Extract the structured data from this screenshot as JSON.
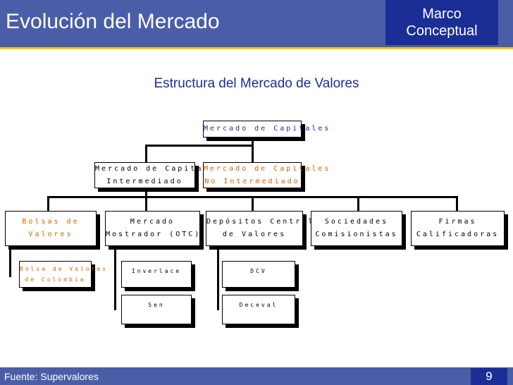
{
  "header": {
    "title": "Evolución del Mercado",
    "badge_line1": "Marco",
    "badge_line2": "Conceptual"
  },
  "subtitle": "Estructura del Mercado de Valores",
  "diagram": {
    "root": "Mercado de Capitales",
    "intermediado": [
      "Mercado de Capitales",
      "Intermediado"
    ],
    "no_intermediado": [
      "Mercado de Capitales",
      "No Intermediado"
    ],
    "bolsas": [
      "Bolsas de",
      "Valores"
    ],
    "mostrador": [
      "Mercado",
      "Mostrador (OTC)"
    ],
    "depositos": [
      "Depósitos Centrales",
      "de Valores"
    ],
    "sociedades": [
      "Sociedades",
      "Comisionistas"
    ],
    "firmas": [
      "Firmas",
      "Calificadoras"
    ],
    "bolsa_colombia": [
      "Bolsa de Valores",
      "de Colombia"
    ],
    "inverlace": "Inverlace",
    "sen": "Sen",
    "dcv": "DCV",
    "deceval": "Deceval"
  },
  "footer": {
    "source": "Fuente: Supervalores",
    "page": "9"
  },
  "colors": {
    "header_bg": "#4a5ea8",
    "badge_bg": "#1a2e96",
    "accent_rule": "#ffcc00",
    "orange_text": "#cc6600",
    "blue_text": "#1a2e96"
  }
}
